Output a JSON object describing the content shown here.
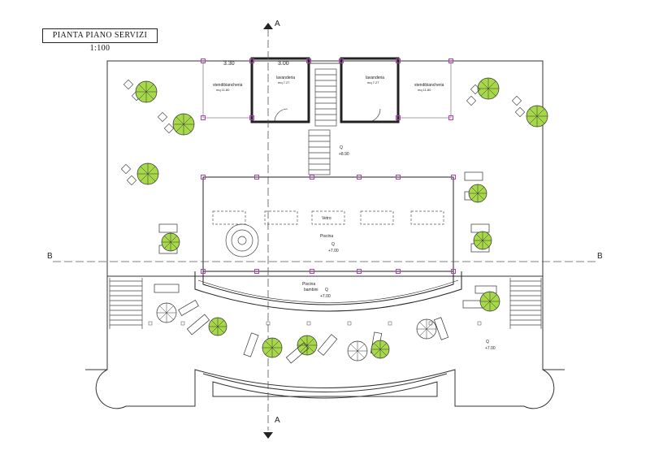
{
  "title": "PIANTA  PIANO  SERVIZI  1:100",
  "section_marks": {
    "a_top": "A",
    "a_bottom": "A",
    "b_left": "B",
    "b_right": "B"
  },
  "dimensions": {
    "left": "3.30",
    "right": "3.00"
  },
  "rooms": {
    "stendibiancheria_left": {
      "name": "stendibiancheria",
      "area": "mq 11.80"
    },
    "lavanderia_left": {
      "name": "lavanderia",
      "area": "mq 7.27"
    },
    "lavanderia_right": {
      "name": "lavanderia",
      "area": "mq 7.27"
    },
    "stendibiancheria_right": {
      "name": "stendibiancheria",
      "area": "mq 11.80"
    }
  },
  "levels": {
    "terrace_label": "Q",
    "terrace_value": "+8.90",
    "pool_label": "Q",
    "pool_value": "+7.00",
    "kids_pool_label": "Q",
    "kids_pool_value": "+7.00",
    "deck_label": "Q",
    "deck_value": "+7.00"
  },
  "labels": {
    "vetro": "Vetro",
    "piscina": "Piscina",
    "piscina_bambini_1": "Piscina",
    "piscina_bambini_2": "bambini"
  },
  "colors": {
    "umbrella": "#a6d84a",
    "column": "#b33db3",
    "line": "#333333"
  }
}
